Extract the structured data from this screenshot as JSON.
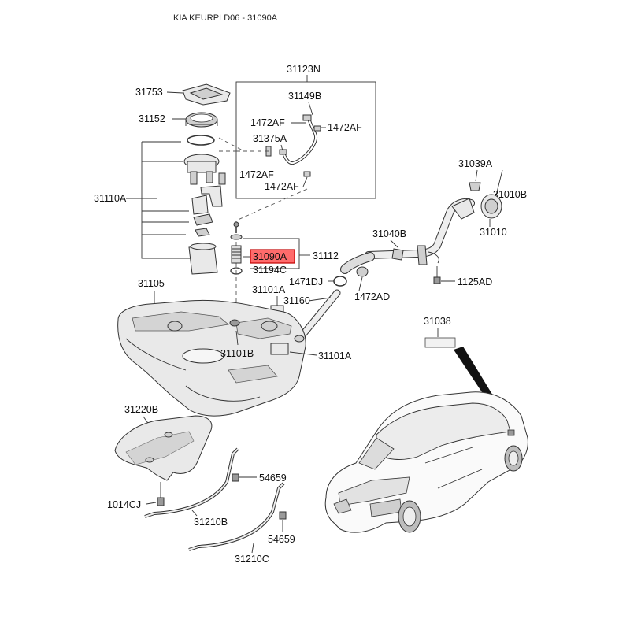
{
  "header": {
    "title": "KIA KEURPLD06 - 31090A"
  },
  "highlight_color": "#ff6b6b",
  "labels": {
    "p31123N": "31123N",
    "p31149B": "31149B",
    "p1472AF_a": "1472AF",
    "p1472AF_b": "1472AF",
    "p31375A": "31375A",
    "p1472AF_c": "1472AF",
    "p1472AF_d": "1472AF",
    "p31753": "31753",
    "p31152": "31152",
    "p31110A": "31110A",
    "p31039A": "31039A",
    "p31010B": "31010B",
    "p31010": "31010",
    "p31040B": "31040B",
    "p31112": "31112",
    "p31090A": "31090A",
    "p31194C": "31194C",
    "p1471DJ": "1471DJ",
    "p1472AD": "1472AD",
    "p1125AD": "1125AD",
    "p31105": "31105",
    "p31101A_top": "31101A",
    "p31160": "31160",
    "p31101B": "31101B",
    "p31101A_right": "31101A",
    "p31038": "31038",
    "p31220B": "31220B",
    "p54659_a": "54659",
    "p1014CJ": "1014CJ",
    "p31210B": "31210B",
    "p54659_b": "54659",
    "p31210C": "31210C"
  }
}
